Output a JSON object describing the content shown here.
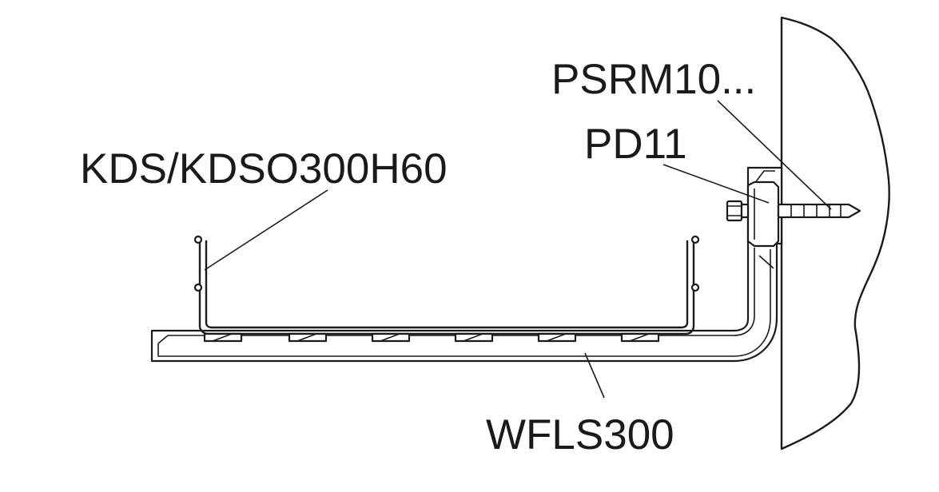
{
  "labels": {
    "anchor": "PSRM10...",
    "washer": "PD11",
    "tray": "KDS/KDSO300H60",
    "bracket": "WFLS300"
  }
}
